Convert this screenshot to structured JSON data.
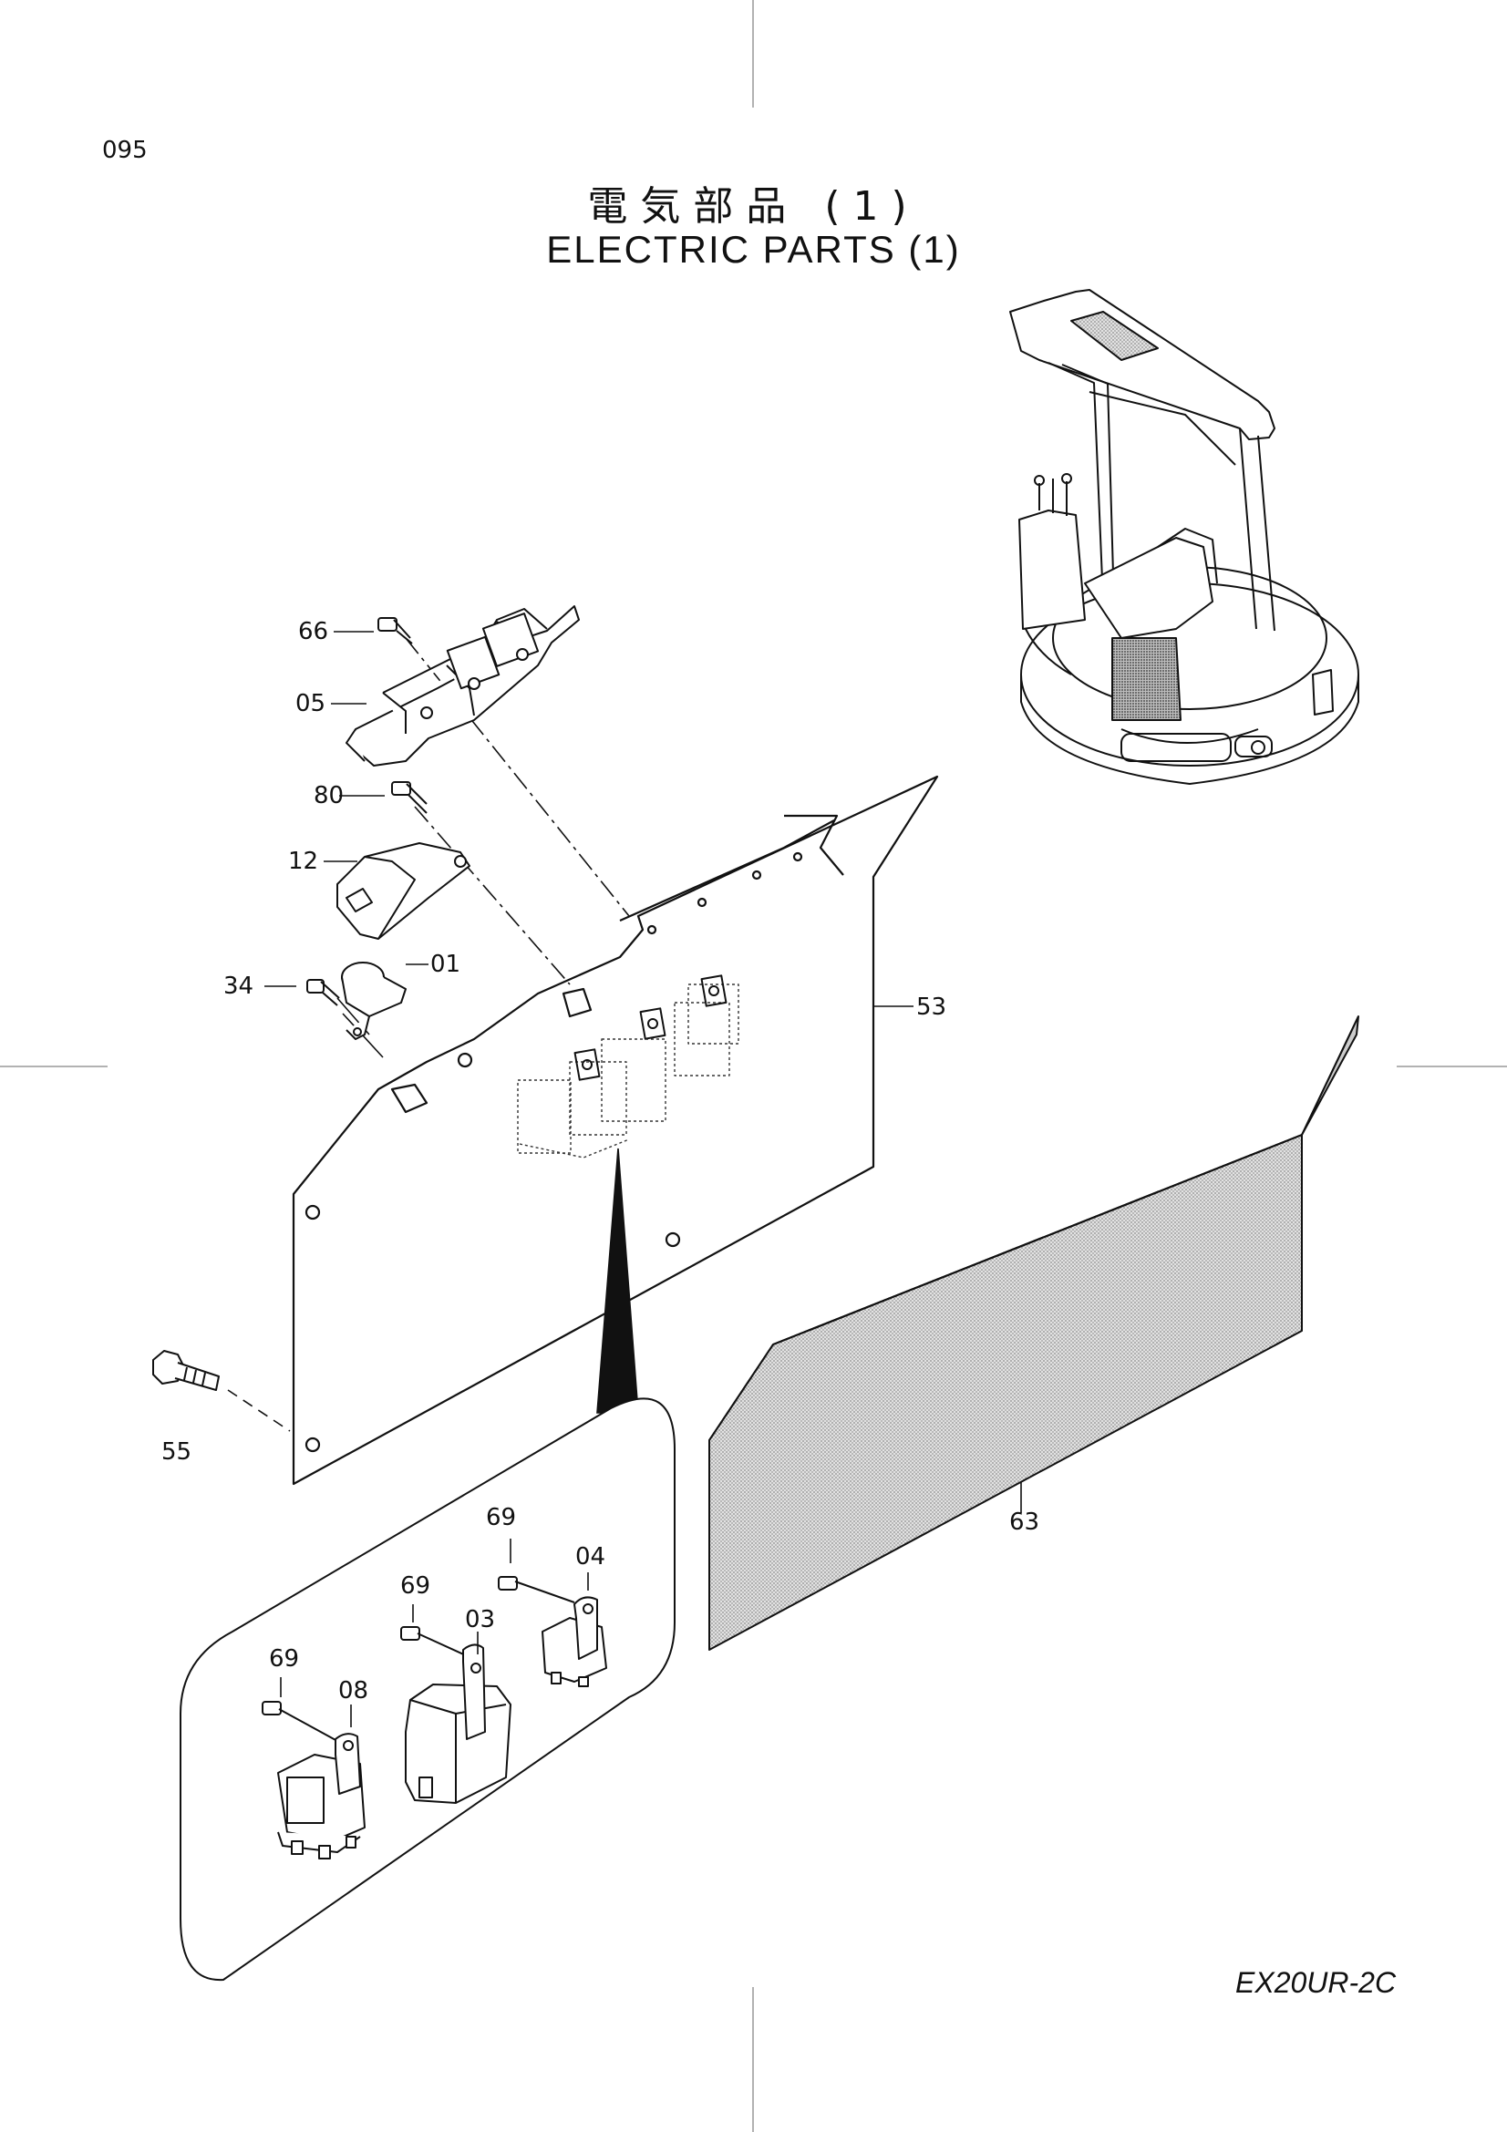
{
  "page_number": "095",
  "title_jp": "電気部品 (1)",
  "title_en": "ELECTRIC PARTS (1)",
  "model": "EX20UR-2C",
  "part_labels": {
    "p66": "66",
    "p05": "05",
    "p80": "80",
    "p12": "12",
    "p34": "34",
    "p01": "01",
    "p53": "53",
    "p55": "55",
    "p63": "63",
    "p69a": "69",
    "p04": "04",
    "p69b": "69",
    "p03": "03",
    "p69c": "69",
    "p08": "08"
  }
}
